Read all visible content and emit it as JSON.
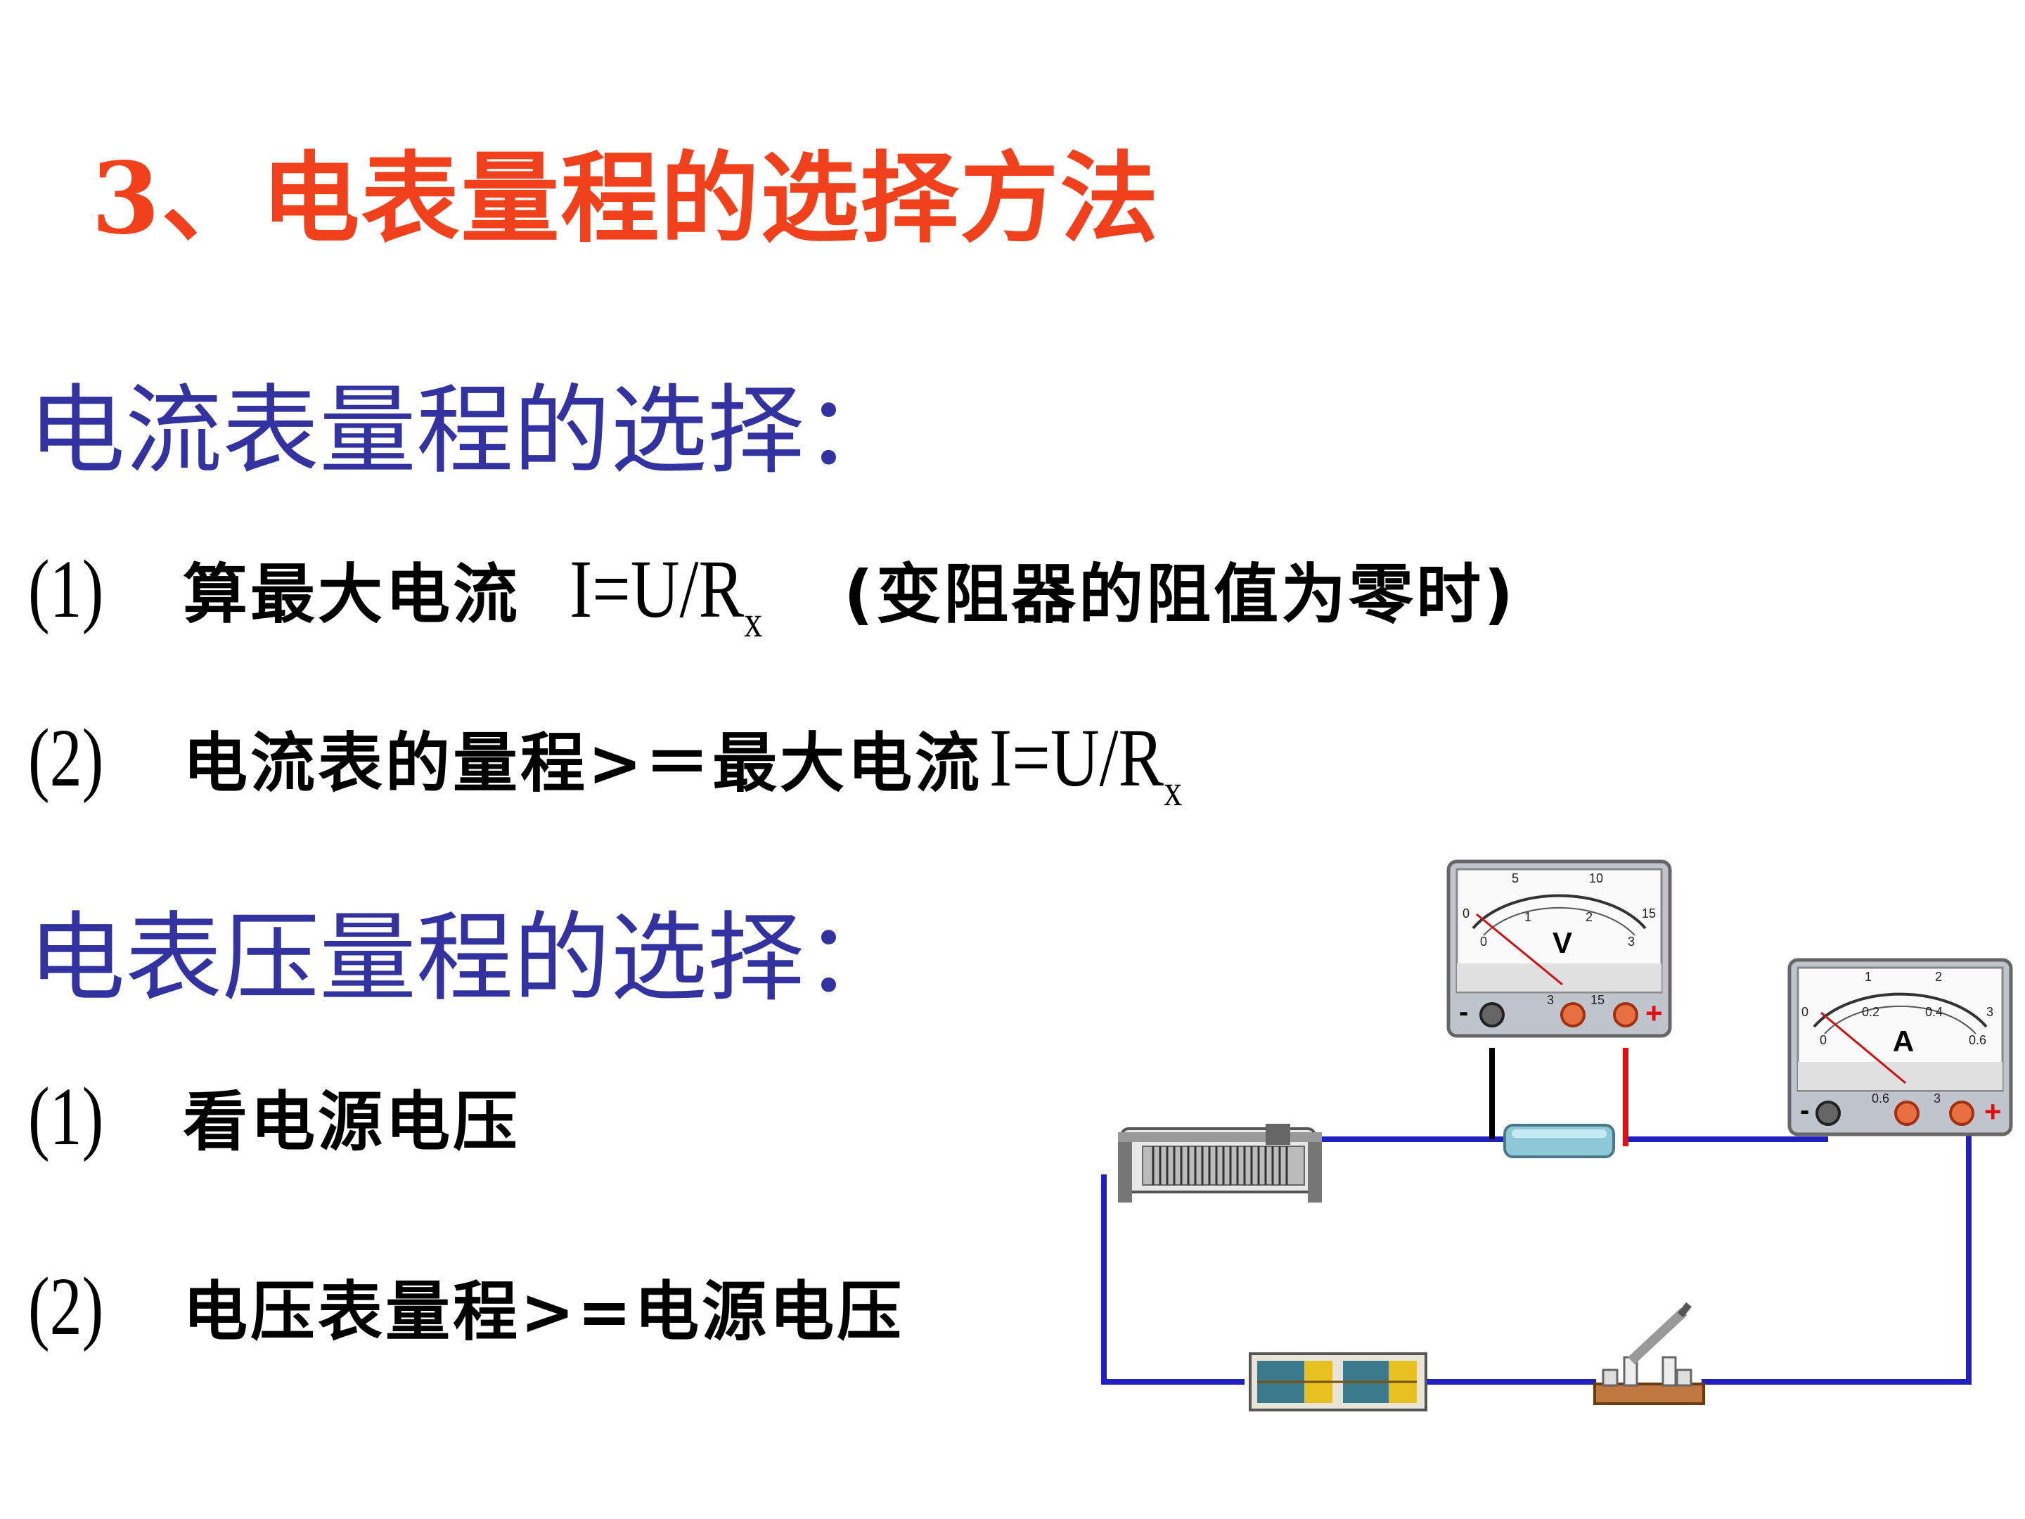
{
  "heading": "3、电表量程的选择方法",
  "current_section": {
    "title": "电流表量程的选择：",
    "items": [
      {
        "prefix": "(1)",
        "text": "算最大电流",
        "formula_main": "I=U/R",
        "formula_sub": "x",
        "tail": "(变阻器的阻值为零时)"
      },
      {
        "prefix": "(2)",
        "text": "电流表的量程>＝最大电流",
        "formula_main": "I=U/R",
        "formula_sub": "x"
      }
    ]
  },
  "voltage_section": {
    "title": "电表压量程的选择：",
    "items": [
      {
        "prefix": "(1)",
        "text": "看电源电压"
      },
      {
        "prefix": "(2)",
        "text": "电压表量程>=电源电压"
      }
    ]
  },
  "voltmeter": {
    "symbol": "V",
    "scale_outer": [
      "0",
      "5",
      "10",
      "15"
    ],
    "scale_inner": [
      "0",
      "1",
      "2",
      "3"
    ],
    "minus": "-",
    "plus": "+",
    "terminal_labels": [
      "3",
      "15"
    ]
  },
  "ammeter": {
    "symbol": "A",
    "scale_outer": [
      "0",
      "1",
      "2",
      "3"
    ],
    "scale_inner": [
      "0",
      "0.2",
      "0.4",
      "0.6"
    ],
    "minus": "-",
    "plus": "+",
    "terminal_labels": [
      "0.6",
      "3"
    ]
  },
  "colors": {
    "heading": "#f0401c",
    "section": "#3232a0",
    "wire": "#2020c0",
    "red_wire": "#e01010",
    "needle": "#d01010"
  }
}
